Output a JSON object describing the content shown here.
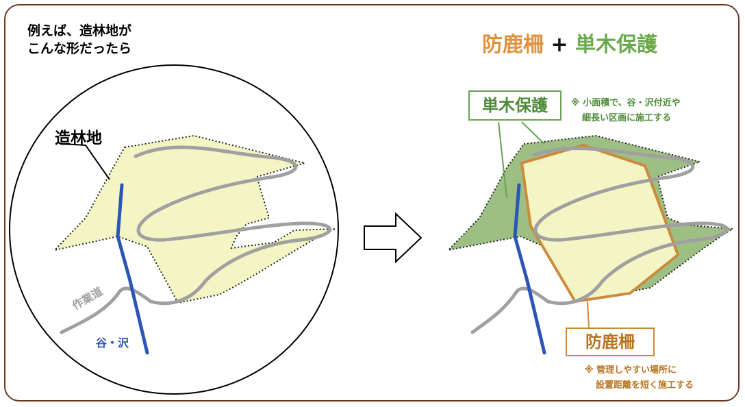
{
  "intro": {
    "line1": "例えば、造林地が",
    "line2": "こんな形だったら"
  },
  "headline": {
    "fence": "防鹿柵",
    "plus": "+",
    "tree": "単木保護"
  },
  "left": {
    "plantation_label": "造林地",
    "road_label": "作業道",
    "valley_label": "谷・沢"
  },
  "right": {
    "tree_box": "単木保護",
    "tree_note": {
      "line1": "※ 小面積で、谷・沢付近や",
      "line2": "細長い区画に施工する"
    },
    "fence_box": "防鹿柵",
    "fence_note": {
      "line1": "※ 管理しやすい場所に",
      "line2": "設置距離を短く施工する"
    }
  },
  "colors": {
    "frame": "#6b3a24",
    "plantation_fill": "#f4f5c4",
    "protection_fill": "#9dbf84",
    "road": "#a0a0a0",
    "stream": "#2c56b5",
    "fence_line": "#cc8a3c",
    "tree_green": "#6aa050"
  }
}
